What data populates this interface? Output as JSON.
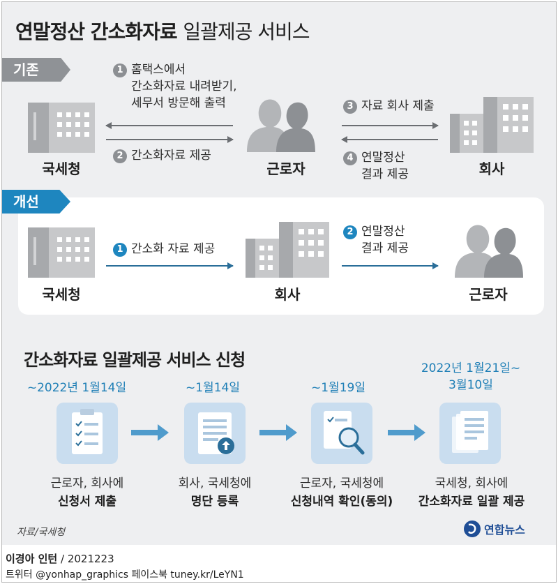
{
  "title": {
    "bold": "연말정산 간소화자료",
    "rest": "일괄제공 서비스"
  },
  "before": {
    "tag": "기존",
    "entities": {
      "nts": "국세청",
      "worker": "근로자",
      "company": "회사"
    },
    "steps": [
      {
        "num": "1",
        "lines": [
          "홈택스에서",
          "간소화자료 내려받기,",
          "세무서 방문해 출력"
        ]
      },
      {
        "num": "2",
        "text": "간소화자료 제공"
      },
      {
        "num": "3",
        "text": "자료 회사 제출"
      },
      {
        "num": "4",
        "lines": [
          "연말정산",
          "결과 제공"
        ]
      }
    ]
  },
  "after": {
    "tag": "개선",
    "entities": {
      "nts": "국세청",
      "company": "회사",
      "worker": "근로자"
    },
    "steps": [
      {
        "num": "1",
        "text": "간소화 자료 제공"
      },
      {
        "num": "2",
        "lines": [
          "연말정산",
          "결과 제공"
        ]
      }
    ]
  },
  "schedule": {
    "title": "간소화자료 일괄제공 서비스 신청",
    "steps": [
      {
        "date": [
          "~2022년 1월14일"
        ],
        "line1": "근로자, 회사에",
        "line2": "신청서 제출",
        "icon": "checklist-icon"
      },
      {
        "date": [
          "~1월14일"
        ],
        "line1": "회사, 국세청에",
        "line2": "명단 등록",
        "icon": "document-upload-icon"
      },
      {
        "date": [
          "~1월19일"
        ],
        "line1": "근로자, 국세청에",
        "line2": "신청내역 확인(동의)",
        "icon": "magnifier-document-icon"
      },
      {
        "date": [
          "2022년 1월21일~",
          "3월10일"
        ],
        "line1": "국세청, 회사에",
        "line2": "간소화자료 일괄 제공",
        "icon": "document-stack-icon"
      }
    ]
  },
  "source": "자료/국세청",
  "logo": "연합뉴스",
  "credit": {
    "author": "이경아 인턴",
    "date": "/ 2021223"
  },
  "social": "트위터 @yonhap_graphics  페이스북 tuney.kr/LeYN1",
  "colors": {
    "accent": "#1e86bf",
    "gray": "#8f9296",
    "panel": "#eeeff1",
    "icon_box": "#c9ddef"
  }
}
